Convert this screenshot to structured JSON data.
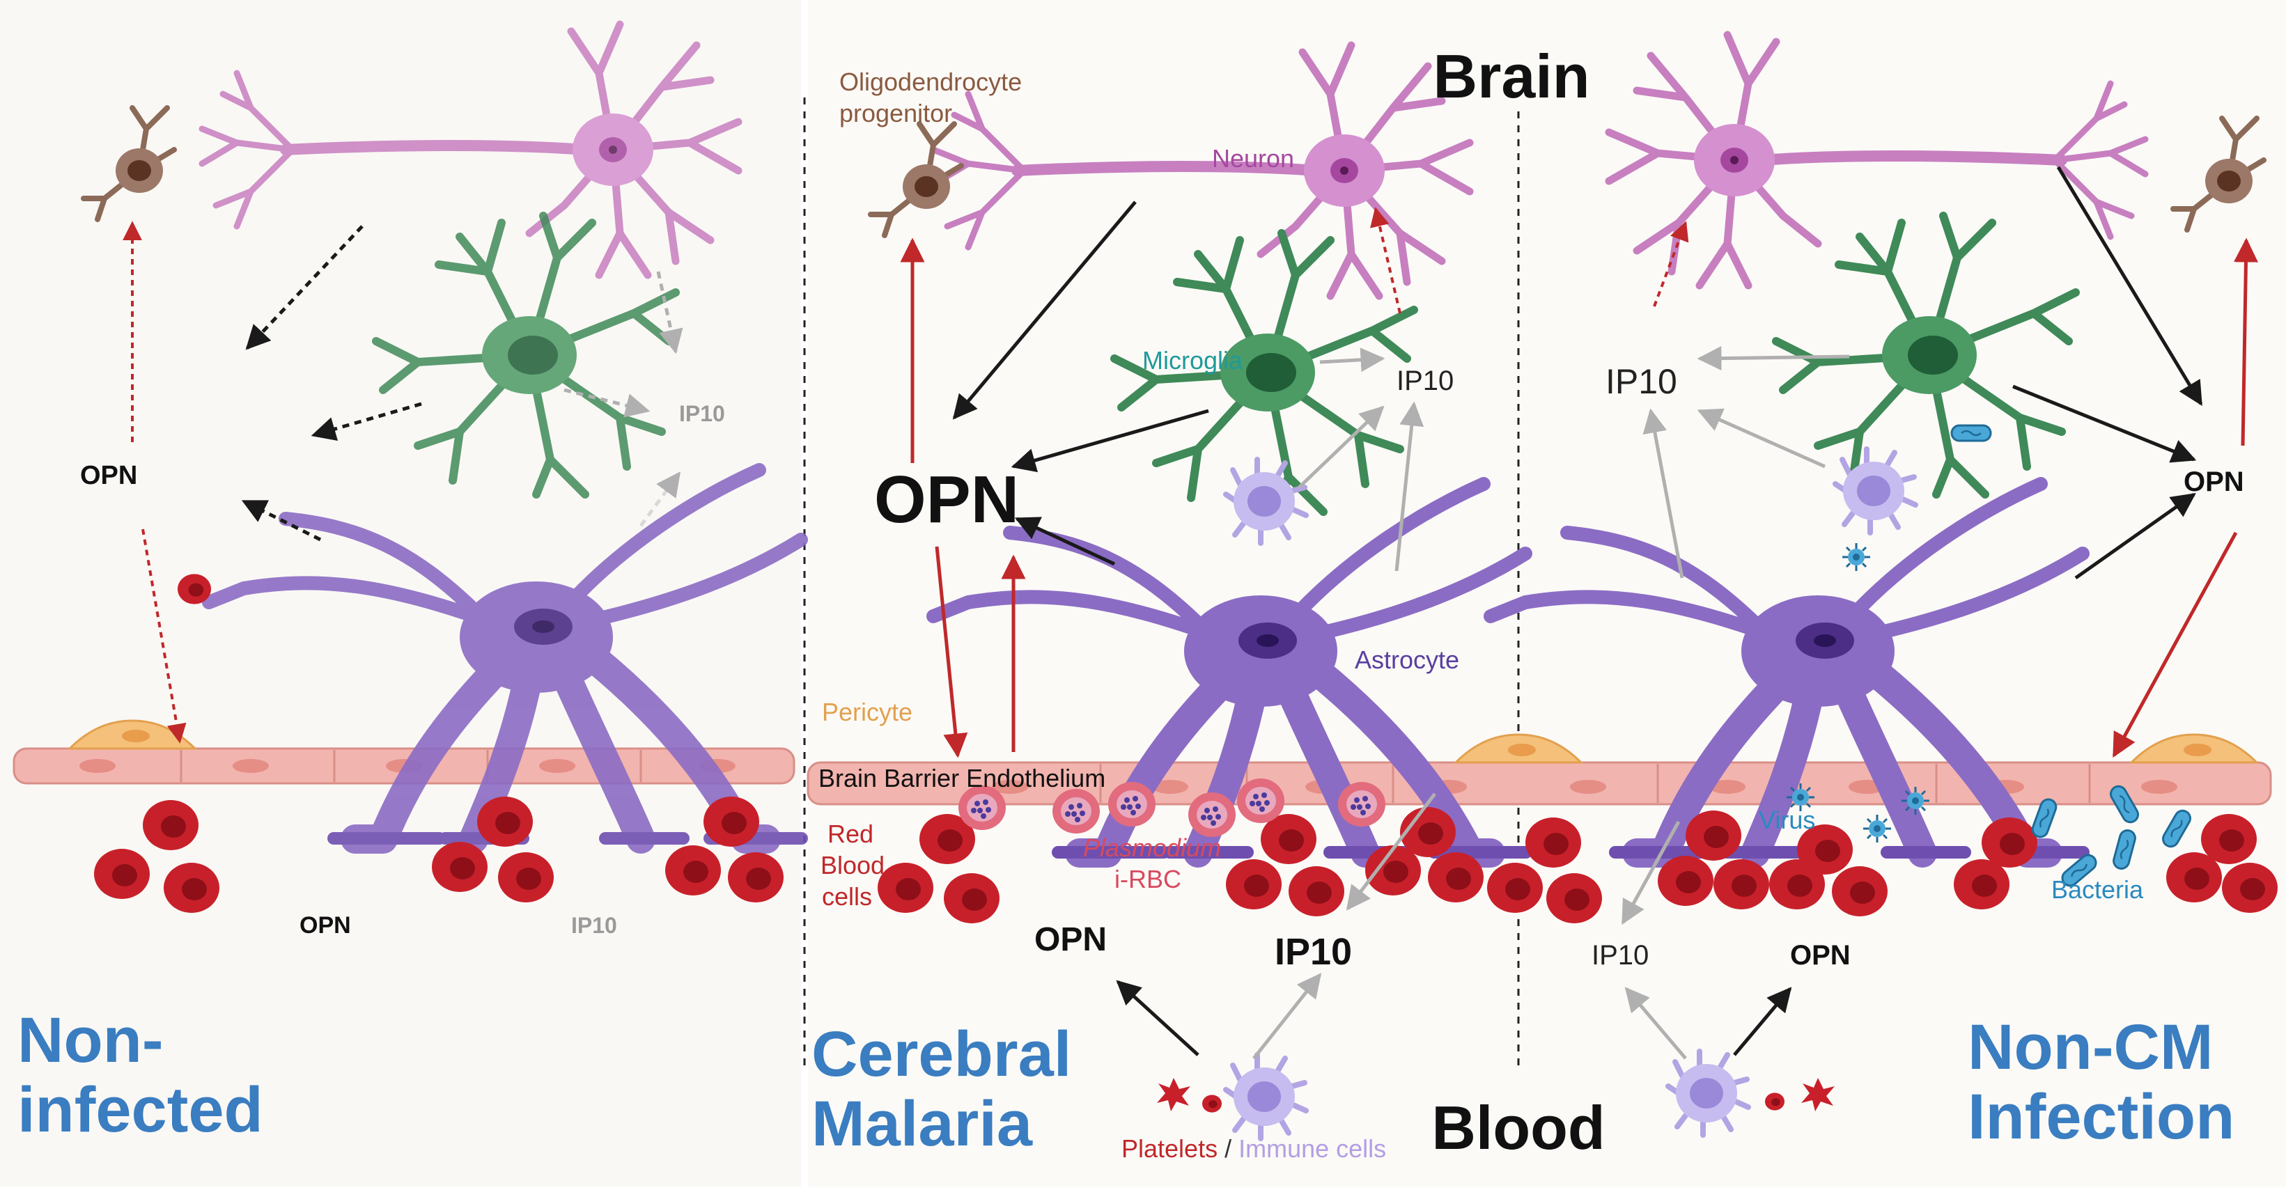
{
  "titles": {
    "brain": "Brain",
    "blood": "Blood"
  },
  "panels": {
    "non_infected": {
      "line1": "Non-",
      "line2": "infected"
    },
    "cerebral_malaria": {
      "line1": "Cerebral",
      "line2": "Malaria"
    },
    "non_cm": {
      "line1": "Non-CM",
      "line2": "Infection"
    }
  },
  "labels": {
    "oligodendrocyte_line1": "Oligodendrocyte",
    "oligodendrocyte_line2": "progenitor",
    "neuron": "Neuron",
    "microglia": "Microglia",
    "astrocyte": "Astrocyte",
    "pericyte": "Pericyte",
    "endothelium": "Brain Barrier Endothelium",
    "rbc_line1": "Red",
    "rbc_line2": "Blood",
    "rbc_line3": "cells",
    "plasmodium": "Plasmodium",
    "irbc": "i-RBC",
    "platelets": "Platelets",
    "slash": " / ",
    "immune_cells": "Immune cells",
    "virus": "Virus",
    "bacteria": "Bacteria"
  },
  "molecules": {
    "opn": "OPN",
    "ip10": "IP10"
  },
  "colors": {
    "neuron": "#c77fc0",
    "microglia": "#3f8a58",
    "astrocyte": "#8b6cc4",
    "endothelium": "#f2b4ae",
    "pericyte": "#f4c07a",
    "rbc": "#c8202a",
    "panel_title": "#3a7dc0",
    "arrow_red": "#c0282a",
    "arrow_black": "#1a1a1a",
    "arrow_grey": "#b0b0b0"
  }
}
